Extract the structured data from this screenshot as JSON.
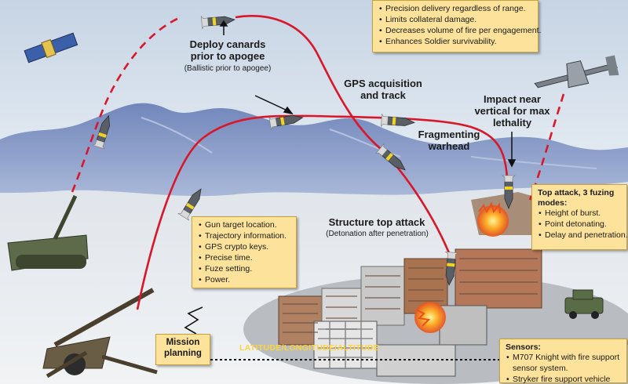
{
  "labels": {
    "deploy_canards_line1": "Deploy canards",
    "deploy_canards_line2": "prior to apogee",
    "ballistic_note": "(Ballistic prior to apogee)",
    "gps_line1": "GPS acquisition",
    "gps_line2": "and track",
    "impact_line1": "Impact near",
    "impact_line2": "vertical for max",
    "impact_line3": "lethality",
    "frag_line1": "Fragmenting",
    "frag_line2": "warhead",
    "structure_title": "Structure top attack",
    "structure_note": "(Detonation after penetration)",
    "latlon": "LATITUDE/LONGITUDE/ALTITUDE"
  },
  "benefits_box": {
    "items": [
      "Precision delivery regardless of range.",
      "Limits collateral damage.",
      "Decreases volume of fire per engagement.",
      "Enhances Soldier survivability."
    ]
  },
  "fuzing_box": {
    "title_line1": "Top attack, 3 fuzing",
    "title_line2": "modes:",
    "items": [
      "Height of burst.",
      "Point detonating.",
      "Delay and penetration."
    ]
  },
  "gun_box": {
    "items": [
      "Gun target location.",
      "Trajectory information.",
      "GPS crypto keys.",
      "Precise time.",
      "Fuze setting.",
      "Power."
    ]
  },
  "mission_box": {
    "line1": "Mission",
    "line2": "planning"
  },
  "sensors_box": {
    "title": "Sensors:",
    "items": [
      "M707 Knight with fire support sensor system.",
      "Stryker fire support vehicle"
    ]
  },
  "colors": {
    "trajectory": "#d8182a",
    "sky_top": "#c6d4e4",
    "sky_bottom": "#e7edf3",
    "mountain": "#8296c3",
    "ground": "#ebeef2",
    "callout": "#fce29a",
    "latlon_text": "#ffd43a"
  }
}
